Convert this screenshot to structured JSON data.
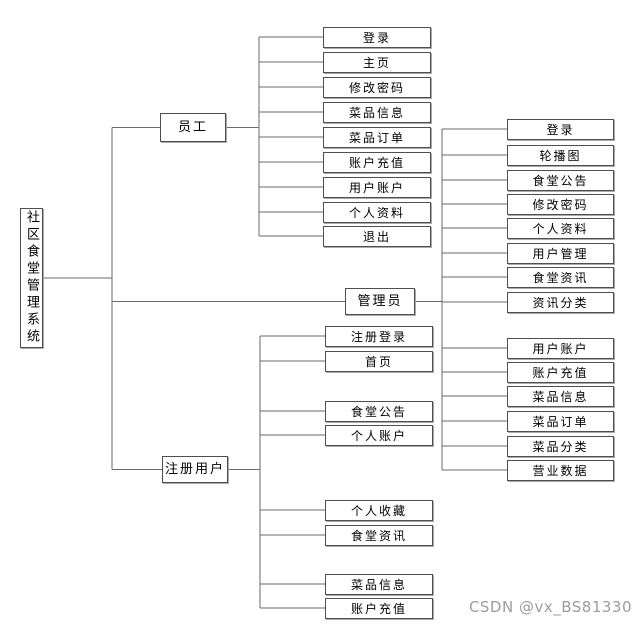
{
  "diagram": {
    "root": {
      "id": "root",
      "label": "社区食堂管理系统"
    },
    "branches": [
      {
        "id": "staff",
        "label": "员工",
        "children": [
          "登录",
          "主页",
          "修改密码",
          "菜品信息",
          "菜品订单",
          "账户充值",
          "用户账户",
          "个人资料",
          "退出"
        ]
      },
      {
        "id": "admin",
        "label": "管理员",
        "children": [
          "登录",
          "轮播图",
          "食堂公告",
          "修改密码",
          "个人资料",
          "用户管理",
          "食堂资讯",
          "资讯分类",
          "用户账户",
          "账户充值",
          "菜品信息",
          "菜品订单",
          "菜品分类",
          "营业数据"
        ]
      },
      {
        "id": "user",
        "label": "注册用户",
        "children": [
          "注册登录",
          "首页",
          "食堂公告",
          "个人账户",
          "个人收藏",
          "食堂资讯",
          "菜品信息",
          "账户充值"
        ]
      }
    ]
  },
  "watermark": "CSDN @vx_BS81330",
  "colors": {
    "line": "#6a6a6a",
    "box_border": "#4f4f4f",
    "box_fill": "#ffffff",
    "text": "#000000",
    "watermark": "#9c9c9c"
  }
}
